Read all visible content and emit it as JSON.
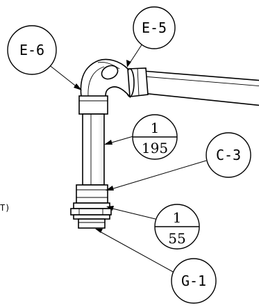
{
  "callouts": {
    "e6": "E-6",
    "e5": "E-5",
    "c3": "C-3",
    "g1": "G-1",
    "dim1": {
      "numerator": "1",
      "denominator": "195"
    },
    "dim2": {
      "numerator": "1",
      "denominator": "55"
    }
  },
  "edge_fragment": "T)"
}
